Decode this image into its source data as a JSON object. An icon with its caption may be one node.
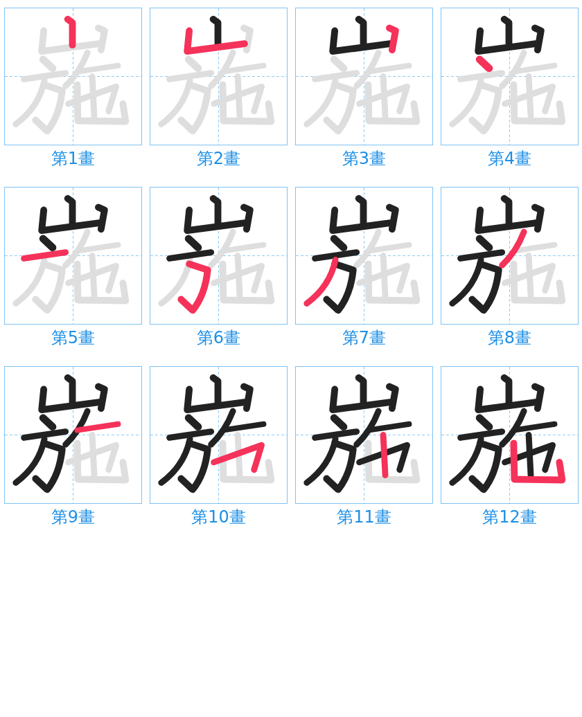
{
  "diagram": {
    "nodes": [
      {
        "text": [
          "第1畫"
        ]
      },
      {
        "text": [
          "第2畫"
        ]
      },
      {
        "text": [
          "第3畫"
        ]
      },
      {
        "text": [
          "第4畫"
        ]
      },
      {
        "text": [
          "第5畫"
        ]
      },
      {
        "text": [
          "第6畫"
        ]
      },
      {
        "text": [
          "第7畫"
        ]
      },
      {
        "text": [
          "第8畫"
        ]
      },
      {
        "text": [
          "第9畫"
        ]
      },
      {
        "text": [
          "第10畫"
        ]
      },
      {
        "text": [
          "第11畫"
        ]
      },
      {
        "text": [
          "第12畫"
        ]
      }
    ]
  }
}
